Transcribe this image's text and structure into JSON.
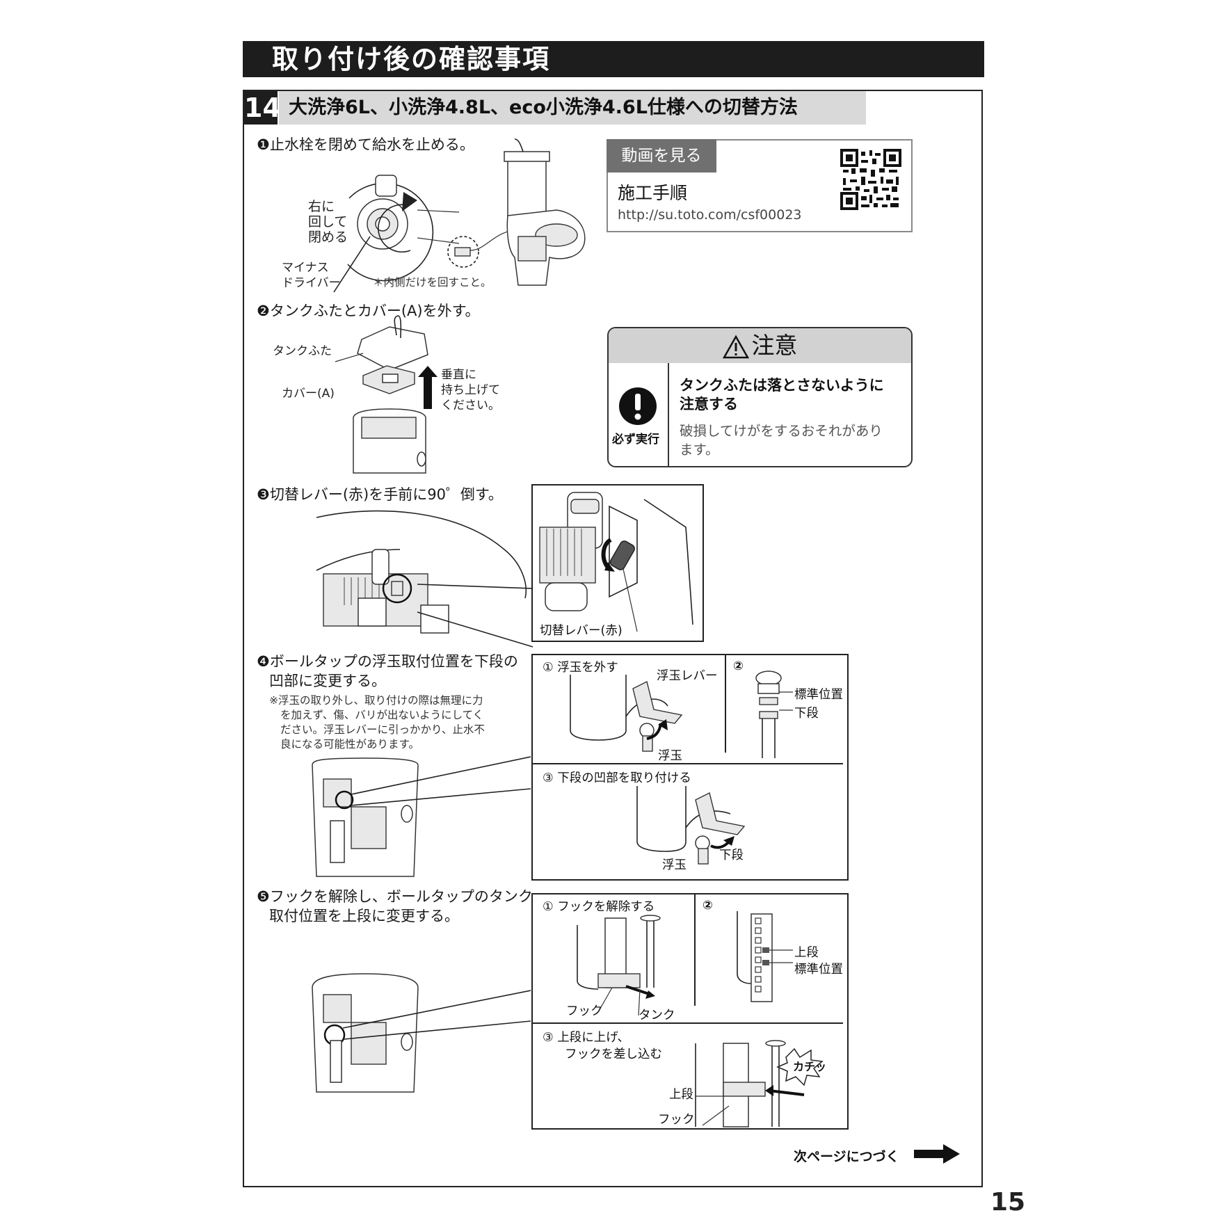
{
  "header": {
    "title": "取り付け後の確認事項"
  },
  "section": {
    "number": "14",
    "title": "大洗浄6L、小洗浄4.8L、eco小洗浄4.6L仕様への切替方法"
  },
  "video": {
    "tab": "動画を見る",
    "title": "施工手順",
    "url": "http://su.toto.com/csf00023"
  },
  "caution": {
    "heading": "注意",
    "icon_label": "必ず実行",
    "main_text_1": "タンクふたは落とさないように",
    "main_text_2": "注意する",
    "sub_text_1": "破損してけがをするおそれがあり",
    "sub_text_2": "ます。"
  },
  "step1": {
    "text": "❶止水栓を閉めて給水を止める。",
    "label_turn_1": "右に",
    "label_turn_2": "回して",
    "label_turn_3": "閉める",
    "label_driver_1": "マイナス",
    "label_driver_2": "ドライバー",
    "note": "＊内側だけを回すこと。"
  },
  "step2": {
    "text": "❷タンクふたとカバー(A)を外す。",
    "label_lid": "タンクふた",
    "label_cover": "カバー(A)",
    "label_lift_1": "垂直に",
    "label_lift_2": "持ち上げて",
    "label_lift_3": "ください。"
  },
  "step3": {
    "text": "❸切替レバー(赤)を手前に90゜倒す。",
    "label_lever": "切替レバー(赤)"
  },
  "step4": {
    "text_1": "❹ボールタップの浮玉取付位置を下段の",
    "text_2": "凹部に変更する。",
    "note_1": "※浮玉の取り外し、取り付けの際は無理に力",
    "note_2": "を加えず、傷、バリが出ないようにしてく",
    "note_3": "ださい。浮玉レバーに引っかかり、止水不",
    "note_4": "良になる可能性があります。",
    "sub1_title": "① 浮玉を外す",
    "sub1_lever": "浮玉レバー",
    "sub1_float": "浮玉",
    "sub2_num": "②",
    "sub2_standard": "標準位置",
    "sub2_lower": "下段",
    "sub3_title": "③ 下段の凹部を取り付ける",
    "sub3_float": "浮玉",
    "sub3_lower": "下段"
  },
  "step5": {
    "text_1": "❺フックを解除し、ボールタップのタンク",
    "text_2": "取付位置を上段に変更する。",
    "sub1_title": "① フックを解除する",
    "sub1_hook": "フック",
    "sub1_tank": "タンク",
    "sub2_num": "②",
    "sub2_upper": "上段",
    "sub2_standard": "標準位置",
    "sub3_title_1": "③ 上段に上げ、",
    "sub3_title_2": "フックを差し込む",
    "sub3_click": "カチッ",
    "sub3_upper": "上段",
    "sub3_hook": "フック"
  },
  "footer": {
    "continue": "次ページにつづく",
    "page_number": "15"
  }
}
